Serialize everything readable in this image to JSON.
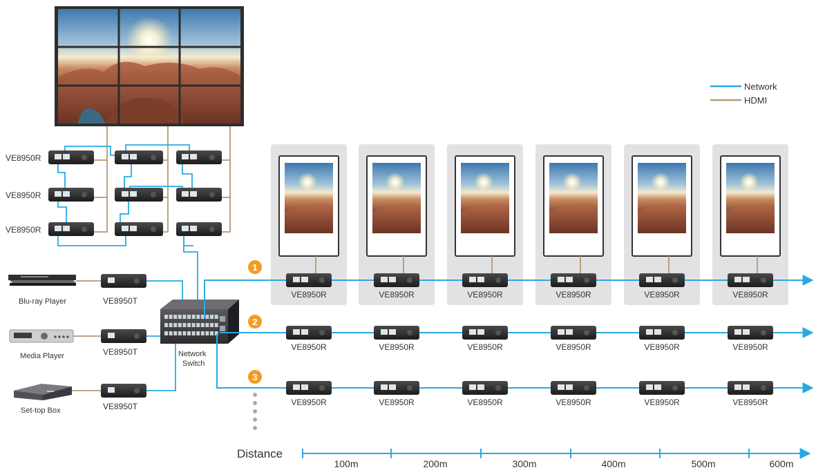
{
  "legend": {
    "network": "Network",
    "hdmi": "HDMI"
  },
  "colors": {
    "network": "#29a9e1",
    "hdmi": "#b39a76",
    "badge": "#f39c23",
    "panel": "#e2e2e4",
    "device": "#2a2a2a",
    "dots": "#a9a9a9"
  },
  "video_wall": {
    "image": "canyon-sunset-photo",
    "grid": "3x3",
    "receiver_rows": [
      "VE8950R",
      "VE8950R",
      "VE8950R"
    ]
  },
  "sources": [
    {
      "name": "Blu-ray Player",
      "icon": "bluray-player-icon",
      "transmitter": "VE8950T"
    },
    {
      "name": "Media Player",
      "icon": "media-player-icon",
      "transmitter": "VE8950T"
    },
    {
      "name": "Set-top Box",
      "icon": "settop-box-icon",
      "transmitter": "VE8950T"
    }
  ],
  "switch": {
    "label_line1": "Network",
    "label_line2": "Switch",
    "icon": "network-switch-icon"
  },
  "rows": [
    {
      "badge": "1",
      "with_displays": true,
      "receivers": [
        "VE8950R",
        "VE8950R",
        "VE8950R",
        "VE8950R",
        "VE8950R",
        "VE8950R"
      ]
    },
    {
      "badge": "2",
      "with_displays": false,
      "receivers": [
        "VE8950R",
        "VE8950R",
        "VE8950R",
        "VE8950R",
        "VE8950R",
        "VE8950R"
      ]
    },
    {
      "badge": "3",
      "with_displays": false,
      "receivers": [
        "VE8950R",
        "VE8950R",
        "VE8950R",
        "VE8950R",
        "VE8950R",
        "VE8950R"
      ]
    }
  ],
  "distance": {
    "label": "Distance",
    "ticks": [
      "100m",
      "200m",
      "300m",
      "400m",
      "500m",
      "600m"
    ]
  }
}
